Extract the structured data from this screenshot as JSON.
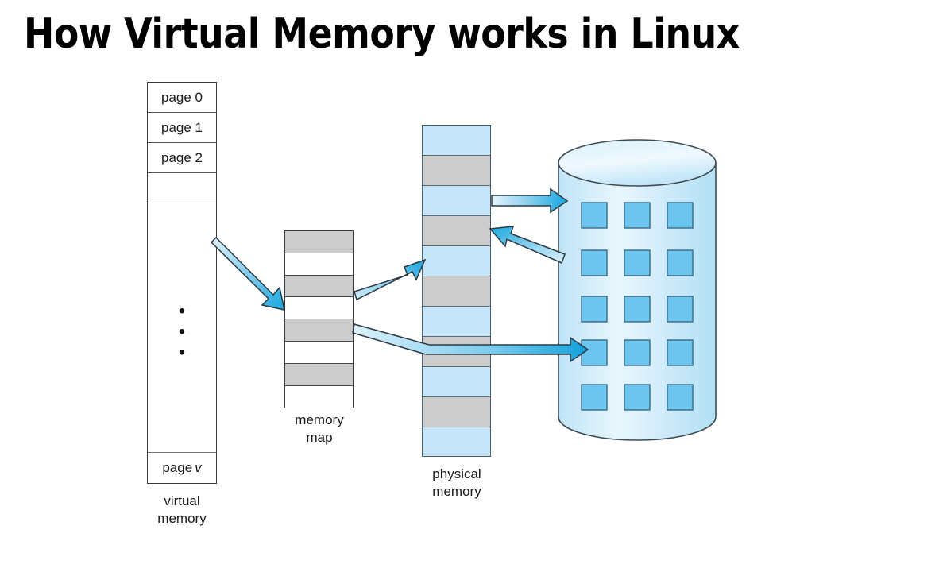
{
  "title": "How Virtual Memory works in Linux",
  "colors": {
    "gray_block": "#cccccc",
    "light_blue_block": "#c5e6f8",
    "disk_square": "#6bc5ef",
    "arrow_blue": "#29abe2",
    "arrow_pale": "#cfe8f7",
    "outline": "#3a3a3a",
    "text": "#1a1a1a"
  },
  "virtual_memory": {
    "label": "virtual\nmemory",
    "rows": [
      {
        "text": "page 0"
      },
      {
        "text": "page 1"
      },
      {
        "text": "page 2"
      },
      {
        "text": ""
      },
      {
        "text": ""
      },
      {
        "text": "page v",
        "italic_suffix": "v",
        "text_prefix": "page "
      }
    ],
    "ellipsis_dots": [
      "•",
      "•",
      "•"
    ]
  },
  "memory_map": {
    "label": "memory\nmap",
    "rows": [
      {
        "fill": "gray"
      },
      {
        "fill": "white"
      },
      {
        "fill": "gray"
      },
      {
        "fill": "white"
      },
      {
        "fill": "gray"
      },
      {
        "fill": "white"
      },
      {
        "fill": "gray"
      },
      {
        "fill": "white"
      }
    ]
  },
  "physical_memory": {
    "label": "physical\nmemory",
    "rows": [
      {
        "fill": "blue"
      },
      {
        "fill": "gray"
      },
      {
        "fill": "blue"
      },
      {
        "fill": "gray"
      },
      {
        "fill": "blue"
      },
      {
        "fill": "gray"
      },
      {
        "fill": "blue"
      },
      {
        "fill": "gray"
      },
      {
        "fill": "blue"
      },
      {
        "fill": "gray"
      },
      {
        "fill": "blue"
      }
    ]
  },
  "disk": {
    "label": "",
    "square_rows": 5,
    "square_cols": 3
  },
  "arrows": [
    {
      "name": "virtual-to-map",
      "from": "virtual memory",
      "to": "memory map"
    },
    {
      "name": "map-to-physical",
      "from": "memory map",
      "to": "physical memory"
    },
    {
      "name": "map-to-disk",
      "from": "memory map",
      "to": "disk"
    },
    {
      "name": "physical-to-disk",
      "from": "physical memory",
      "to": "disk"
    },
    {
      "name": "disk-to-physical",
      "from": "disk",
      "to": "physical memory"
    }
  ]
}
